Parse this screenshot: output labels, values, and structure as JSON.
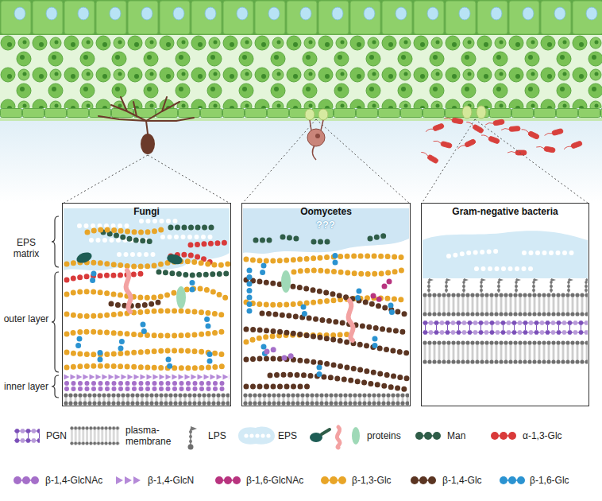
{
  "diagram": {
    "nodes": [
      {
        "text": [
          "Fungi"
        ]
      },
      {
        "text": [
          "Oomycetes"
        ]
      },
      {
        "text": [
          "Gram-negative bacteria"
        ]
      }
    ],
    "labels": [
      "EPS matrix",
      "outer layer",
      "inner layer",
      "???"
    ],
    "legend": [
      {
        "text": "PGN"
      },
      {
        "text": "plasma- membrane"
      },
      {
        "text": "LPS"
      },
      {
        "text": "EPS"
      },
      {
        "text": "proteins"
      },
      {
        "text": "Man"
      },
      {
        "text": "α-1,3-Glc"
      },
      {
        "text": "β-1,4-GlcNAc"
      },
      {
        "text": "β-1,4-GlcN"
      },
      {
        "text": "β-1,6-GlcNAc"
      },
      {
        "text": "β-1,3-Glc"
      },
      {
        "text": "β-1,4-Glc"
      },
      {
        "text": "β-1,6-Glc"
      }
    ]
  }
}
